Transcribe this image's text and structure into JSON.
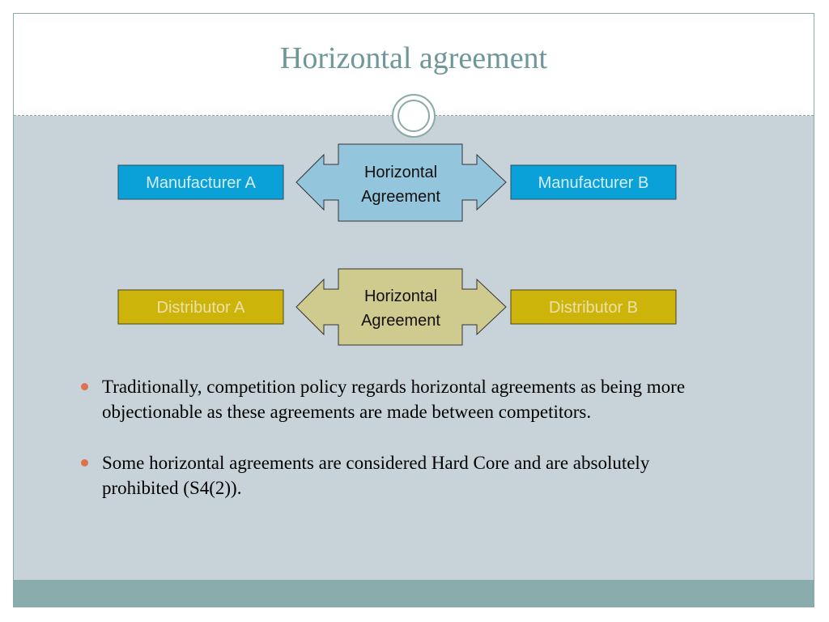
{
  "slide": {
    "title": "Horizontal agreement"
  },
  "diagram": {
    "rows": [
      {
        "left": "Manufacturer A",
        "center_line1": "Horizontal",
        "center_line2": "Agreement",
        "right": "Manufacturer B",
        "box_color": "#0aa0d8",
        "box_text_color": "#d6eef8",
        "arrow_color": "#93c6dc"
      },
      {
        "left": "Distributor A",
        "center_line1": "Horizontal",
        "center_line2": "Agreement",
        "right": "Distributor B",
        "box_color": "#cdb40a",
        "box_text_color": "#ece0a8",
        "arrow_color": "#cfca8e"
      }
    ]
  },
  "bullets": [
    "Traditionally, competition policy regards horizontal agreements as being more objectionable as these agreements are made between competitors.",
    "Some horizontal agreements are considered Hard Core and are absolutely prohibited (S4(2))."
  ],
  "colors": {
    "title": "#6e9797",
    "panel": "#c7d3d9",
    "footer": "#8aacac",
    "bullet": "#e0714d"
  }
}
